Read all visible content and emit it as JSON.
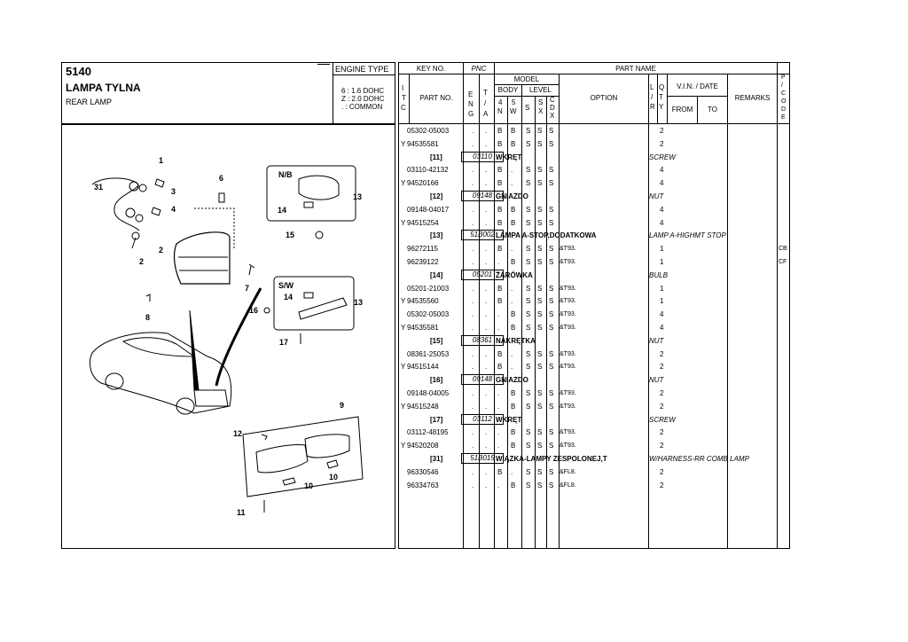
{
  "header": {
    "code": "5140",
    "title_pl": "LAMPA TYLNA",
    "title_en": "REAR LAMP",
    "engine_type_label": "ENGINE TYPE",
    "engine_lines": [
      "6 : 1.6 DOHC",
      "Z : 2.0 DOHC",
      ". : COMMON"
    ]
  },
  "columns": {
    "key_no": "KEY NO.",
    "pnc": "PNC",
    "part_name": "PART NAME",
    "itc": [
      "I",
      "T",
      "C"
    ],
    "part_no": "PART NO.",
    "eng": [
      "E",
      "N",
      "G"
    ],
    "ta": [
      "T",
      "/",
      "A"
    ],
    "model": "MODEL",
    "body": "BODY",
    "level": "LEVEL",
    "body_4nw": [
      "4",
      "N",
      "W"
    ],
    "body_5w": [
      "5",
      "W"
    ],
    "level_s": "S",
    "level_sx": [
      "S",
      "X"
    ],
    "level_cdx": [
      "C",
      "D",
      "X"
    ],
    "option": "OPTION",
    "lr": [
      "L",
      "/",
      "R"
    ],
    "qty": [
      "Q",
      "T",
      "Y"
    ],
    "vin_date": "V.I.N. / DATE",
    "from": "FROM",
    "to": "TO",
    "remarks": "REMARKS",
    "pcode": [
      "P",
      "/",
      "C",
      "O",
      "D",
      "E"
    ]
  },
  "rows": [
    {
      "type": "part",
      "itc": "",
      "partno": "05302-05003",
      "eng": ".",
      "ta": ".",
      "b4": "B",
      "b5": "B",
      "s": "S",
      "sx": "S",
      "cdx": "S",
      "option": "",
      "qty": "2",
      "code": ""
    },
    {
      "type": "part",
      "itc": "Y",
      "partno": "94535581",
      "eng": ".",
      "ta": ".",
      "b4": "B",
      "b5": "B",
      "s": "S",
      "sx": "S",
      "cdx": "S",
      "option": "",
      "qty": "2",
      "code": ""
    },
    {
      "type": "group",
      "key": "[11]",
      "pnc": "03110",
      "name": "WKRĘT",
      "name_en": "SCREW"
    },
    {
      "type": "part",
      "itc": "",
      "partno": "03110-42132",
      "eng": ".",
      "ta": ".",
      "b4": "B",
      "b5": ".",
      "s": "S",
      "sx": "S",
      "cdx": "S",
      "option": "",
      "qty": "4",
      "code": ""
    },
    {
      "type": "part",
      "itc": "Y",
      "partno": "94520166",
      "eng": ".",
      "ta": ".",
      "b4": "B",
      "b5": ".",
      "s": "S",
      "sx": "S",
      "cdx": "S",
      "option": "",
      "qty": "4",
      "code": ""
    },
    {
      "type": "group",
      "key": "[12]",
      "pnc": "09148",
      "name": "GNIAZDO",
      "name_en": "NUT"
    },
    {
      "type": "part",
      "itc": "",
      "partno": "09148-04017",
      "eng": ".",
      "ta": ".",
      "b4": "B",
      "b5": "B",
      "s": "S",
      "sx": "S",
      "cdx": "S",
      "option": "",
      "qty": "4",
      "code": ""
    },
    {
      "type": "part",
      "itc": "Y",
      "partno": "94515254",
      "eng": ".",
      "ta": ".",
      "b4": "B",
      "b5": "B",
      "s": "S",
      "sx": "S",
      "cdx": "S",
      "option": "",
      "qty": "4",
      "code": ""
    },
    {
      "type": "group",
      "key": "[13]",
      "pnc": "51B002",
      "name": "LAMPA A-STOP,DODATKOWA",
      "name_en": "LAMP A-HIGHMT STOP"
    },
    {
      "type": "part",
      "itc": "",
      "partno": "96272115",
      "eng": ".",
      "ta": ".",
      "b4": "B",
      "b5": ".",
      "s": "S",
      "sx": "S",
      "cdx": "S",
      "option": "&T93.",
      "qty": "1",
      "code": "CB"
    },
    {
      "type": "part",
      "itc": "",
      "partno": "96239122",
      "eng": ".",
      "ta": ".",
      "b4": ".",
      "b5": "B",
      "s": "S",
      "sx": "S",
      "cdx": "S",
      "option": "&T93.",
      "qty": "1",
      "code": "CF"
    },
    {
      "type": "group",
      "key": "[14]",
      "pnc": "05201",
      "name": "ŻARÓWKA",
      "name_en": "BULB"
    },
    {
      "type": "part",
      "itc": "",
      "partno": "05201-21003",
      "eng": ".",
      "ta": ".",
      "b4": "B",
      "b5": ".",
      "s": "S",
      "sx": "S",
      "cdx": "S",
      "option": "&T93.",
      "qty": "1",
      "code": ""
    },
    {
      "type": "part",
      "itc": "Y",
      "partno": "94535560",
      "eng": ".",
      "ta": ".",
      "b4": "B",
      "b5": ".",
      "s": "S",
      "sx": "S",
      "cdx": "S",
      "option": "&T93.",
      "qty": "1",
      "code": ""
    },
    {
      "type": "part",
      "itc": "",
      "partno": "05302-05003",
      "eng": ".",
      "ta": ".",
      "b4": ".",
      "b5": "B",
      "s": "S",
      "sx": "S",
      "cdx": "S",
      "option": "&T93.",
      "qty": "4",
      "code": ""
    },
    {
      "type": "part",
      "itc": "Y",
      "partno": "94535581",
      "eng": ".",
      "ta": ".",
      "b4": ".",
      "b5": "B",
      "s": "S",
      "sx": "S",
      "cdx": "S",
      "option": "&T93.",
      "qty": "4",
      "code": ""
    },
    {
      "type": "group",
      "key": "[15]",
      "pnc": "08361",
      "name": "NAKRĘTKA",
      "name_en": "NUT"
    },
    {
      "type": "part",
      "itc": "",
      "partno": "08361-25053",
      "eng": ".",
      "ta": ".",
      "b4": "B",
      "b5": ".",
      "s": "S",
      "sx": "S",
      "cdx": "S",
      "option": "&T93.",
      "qty": "2",
      "code": ""
    },
    {
      "type": "part",
      "itc": "Y",
      "partno": "94515144",
      "eng": ".",
      "ta": ".",
      "b4": "B",
      "b5": ".",
      "s": "S",
      "sx": "S",
      "cdx": "S",
      "option": "&T93.",
      "qty": "2",
      "code": ""
    },
    {
      "type": "group",
      "key": "[16]",
      "pnc": "09148",
      "name": "GNIAZDO",
      "name_en": "NUT"
    },
    {
      "type": "part",
      "itc": "",
      "partno": "09148-04005",
      "eng": ".",
      "ta": ".",
      "b4": ".",
      "b5": "B",
      "s": "S",
      "sx": "S",
      "cdx": "S",
      "option": "&T93.",
      "qty": "2",
      "code": ""
    },
    {
      "type": "part",
      "itc": "Y",
      "partno": "94515248",
      "eng": ".",
      "ta": ".",
      "b4": ".",
      "b5": "B",
      "s": "S",
      "sx": "S",
      "cdx": "S",
      "option": "&T93.",
      "qty": "2",
      "code": ""
    },
    {
      "type": "group",
      "key": "[17]",
      "pnc": "03112",
      "name": "WKRĘT",
      "name_en": "SCREW"
    },
    {
      "type": "part",
      "itc": "",
      "partno": "03112-48195",
      "eng": ".",
      "ta": ".",
      "b4": ".",
      "b5": "B",
      "s": "S",
      "sx": "S",
      "cdx": "S",
      "option": "&T93.",
      "qty": "2",
      "code": ""
    },
    {
      "type": "part",
      "itc": "Y",
      "partno": "94520208",
      "eng": ".",
      "ta": ".",
      "b4": ".",
      "b5": "B",
      "s": "S",
      "sx": "S",
      "cdx": "S",
      "option": "&T93.",
      "qty": "2",
      "code": ""
    },
    {
      "type": "group",
      "key": "[31]",
      "pnc": "51B015",
      "name": "WIĄZKA-LAMPY ZESPOLONEJ,T",
      "name_en": "W/HARNESS-RR COMB LAMP"
    },
    {
      "type": "part",
      "itc": "",
      "partno": "96330546",
      "eng": ".",
      "ta": ".",
      "b4": "B",
      "b5": ".",
      "s": "S",
      "sx": "S",
      "cdx": "S",
      "option": "&FL8.",
      "qty": "2",
      "code": ""
    },
    {
      "type": "part",
      "itc": "",
      "partno": "96334763",
      "eng": ".",
      "ta": ".",
      "b4": ".",
      "b5": "B",
      "s": "S",
      "sx": "S",
      "cdx": "S",
      "option": "&FL8.",
      "qty": "2",
      "code": ""
    }
  ],
  "diagram": {
    "callouts": [
      "1",
      "31",
      "3",
      "4",
      "2",
      "2",
      "6",
      "7",
      "8",
      "N/B",
      "13",
      "14",
      "15",
      "S/W",
      "14",
      "16",
      "13",
      "17",
      "9",
      "12",
      "10",
      "10",
      "11"
    ]
  }
}
